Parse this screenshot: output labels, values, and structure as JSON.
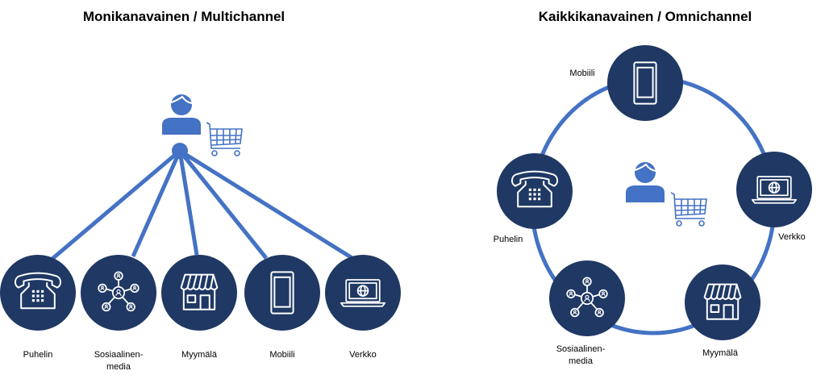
{
  "colors": {
    "node": "#1f3864",
    "accent": "#4472c4"
  },
  "multichannel": {
    "title": "Monikanavainen / Multichannel",
    "channels": [
      {
        "icon": "phone-icon",
        "label": "Puhelin"
      },
      {
        "icon": "social-network-icon",
        "label": "Sosiaalinen-",
        "label2": "media"
      },
      {
        "icon": "store-icon",
        "label": "Myymälä"
      },
      {
        "icon": "mobile-icon",
        "label": "Mobiili"
      },
      {
        "icon": "laptop-icon",
        "label": "Verkko"
      }
    ]
  },
  "omnichannel": {
    "title": "Kaikkikanavainen / Omnichannel",
    "channels": [
      {
        "icon": "mobile-icon",
        "label": "Mobiili"
      },
      {
        "icon": "laptop-icon",
        "label": "Verkko"
      },
      {
        "icon": "store-icon",
        "label": "Myymälä"
      },
      {
        "icon": "social-network-icon",
        "label": "Sosiaalinen-",
        "label2": "media"
      },
      {
        "icon": "phone-icon",
        "label": "Puhelin"
      }
    ]
  }
}
